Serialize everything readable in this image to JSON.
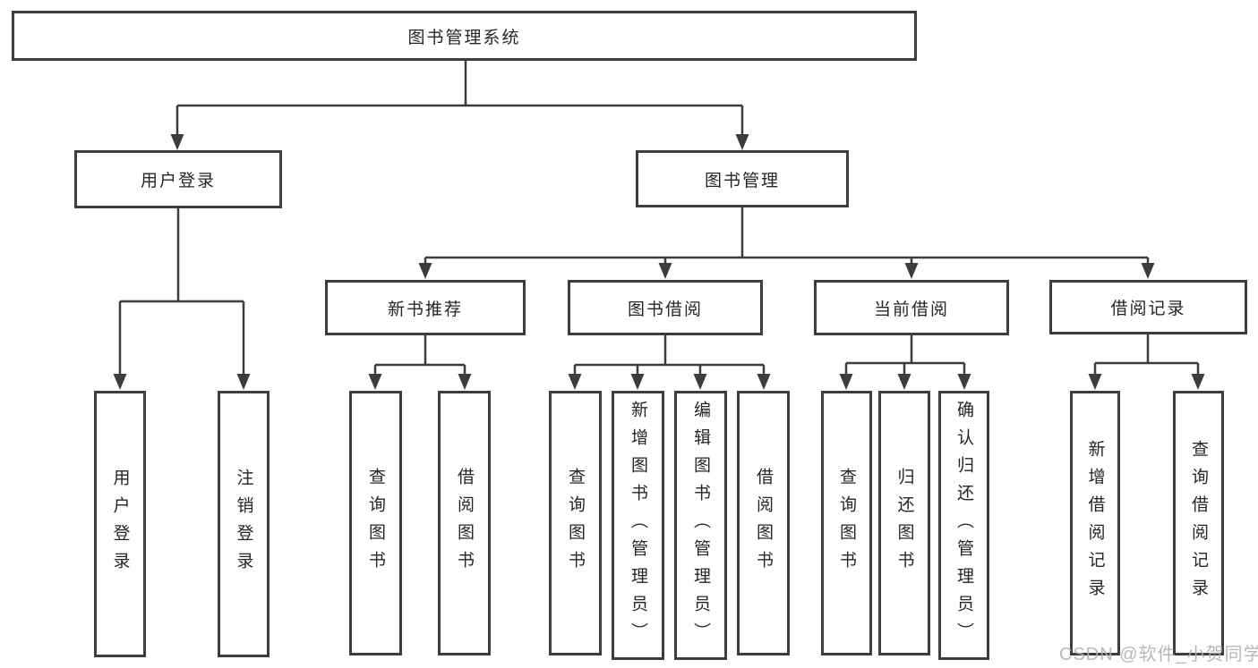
{
  "tree": {
    "label": "图书管理系统",
    "children": [
      {
        "label": "用户登录",
        "children": [
          {
            "label": "用户登录"
          },
          {
            "label": "注销登录"
          }
        ]
      },
      {
        "label": "图书管理",
        "children": [
          {
            "label": "新书推荐",
            "children": [
              {
                "label": "查询图书"
              },
              {
                "label": "借阅图书"
              }
            ]
          },
          {
            "label": "图书借阅",
            "children": [
              {
                "label": "查询图书"
              },
              {
                "label": "新增图书（管理员）"
              },
              {
                "label": "编辑图书（管理员）"
              },
              {
                "label": "借阅图书"
              }
            ]
          },
          {
            "label": "当前借阅",
            "children": [
              {
                "label": "查询图书"
              },
              {
                "label": "归还图书"
              },
              {
                "label": "确认归还（管理员）"
              }
            ]
          },
          {
            "label": "借阅记录",
            "children": [
              {
                "label": "新增借阅记录"
              },
              {
                "label": "查询借阅记录"
              }
            ]
          }
        ]
      }
    ]
  },
  "watermark": "CSDN @软件_小贺同学",
  "colors": {
    "line": "#3d3d3d",
    "text": "#262626",
    "watermark": "#b1b1b1",
    "background": "#ffffff"
  }
}
